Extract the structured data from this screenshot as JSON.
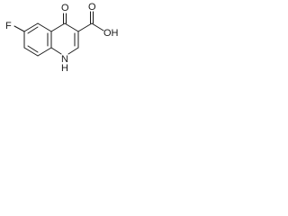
{
  "molecule": {
    "atoms": {
      "fluorine": "F",
      "ketone_oxygen": "O",
      "ring_nitrogen": "N",
      "nitrogen_hydrogen": "H",
      "hydroxyl": "OH",
      "carboxyl_oxygen": "O"
    }
  }
}
